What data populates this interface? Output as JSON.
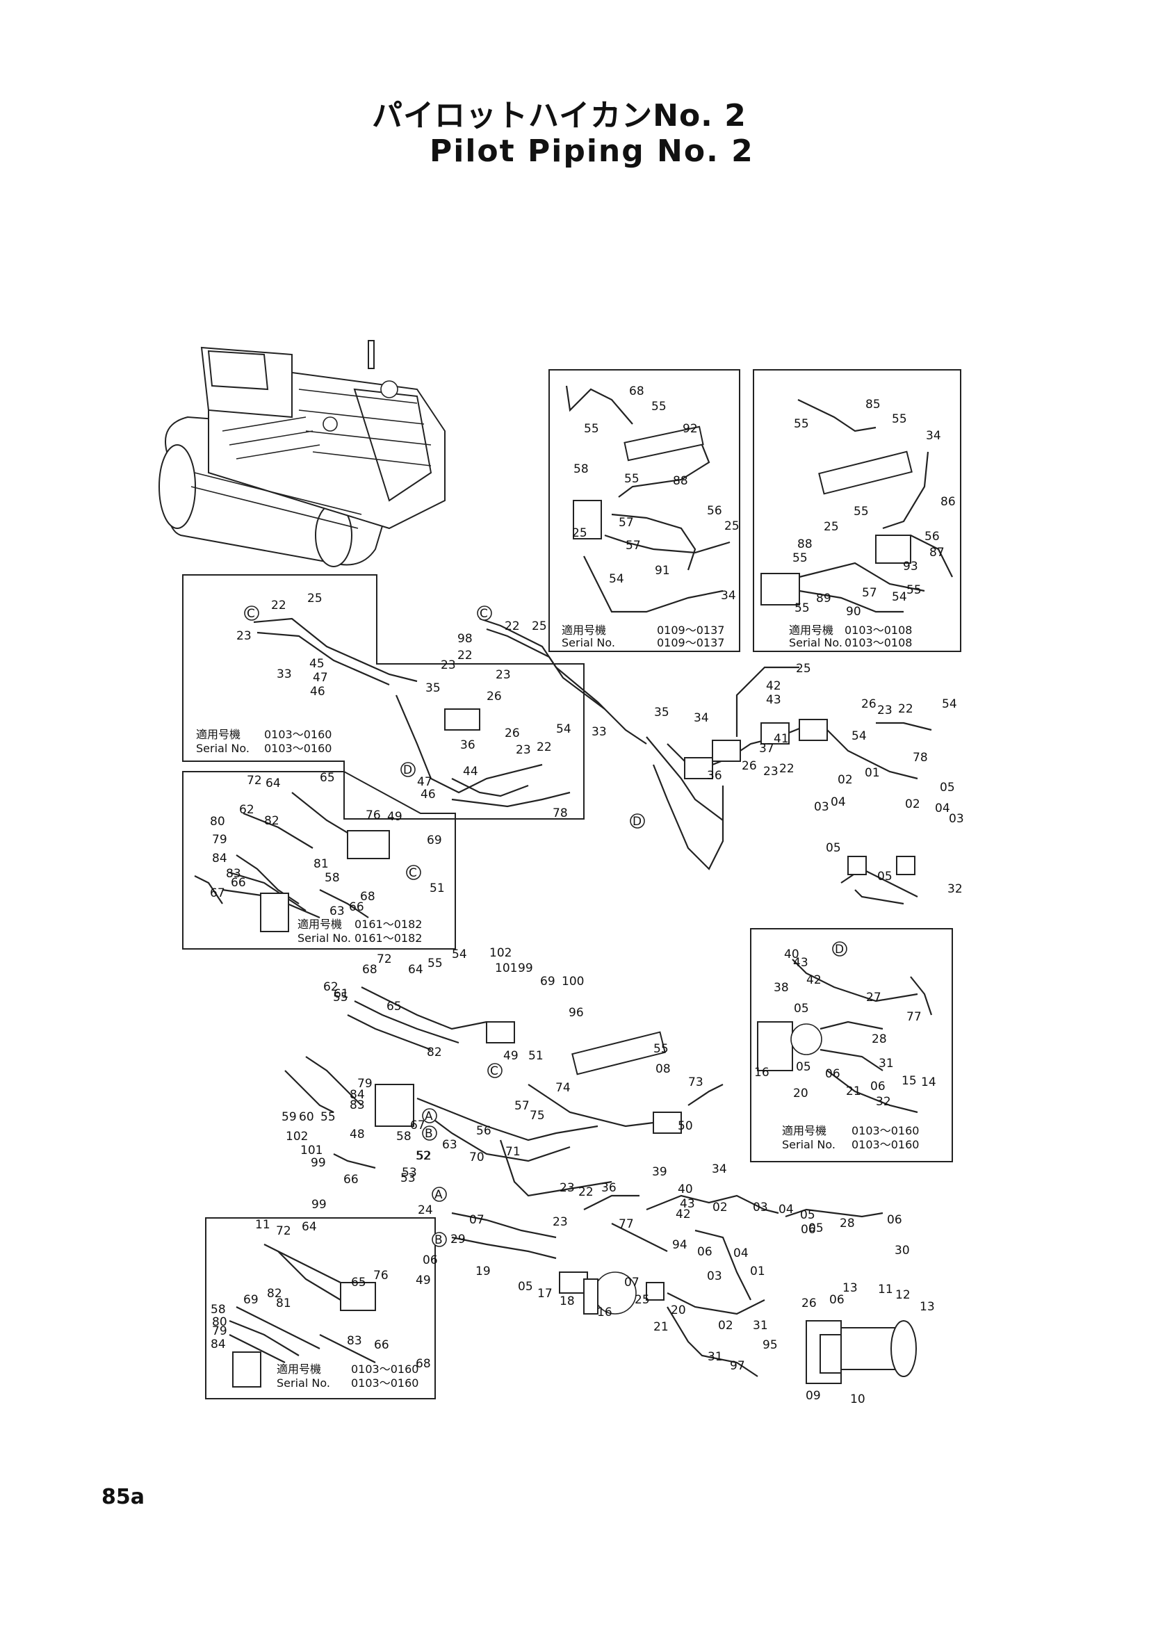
{
  "title_jp": "パイロットハイカンNo. 2",
  "title_en": "Pilot Piping No. 2",
  "page_number": "85a",
  "serial_boxes": [
    {
      "id": "upper-center",
      "jp": "適用号機",
      "jp_range": "0109～0137",
      "en": "Serial No.",
      "en_range": "0109～0137"
    },
    {
      "id": "upper-right",
      "jp": "適用号機",
      "jp_range": "0103～0108",
      "en": "Serial No.",
      "en_range": "0103～0108"
    },
    {
      "id": "left-top",
      "jp": "適用号機",
      "jp_range": "0103～0160",
      "en": "Serial No.",
      "en_range": "0103～0160"
    },
    {
      "id": "left-middle",
      "jp": "適用号機",
      "jp_range": "0161～0182",
      "en": "Serial No.",
      "en_range": "0161～0182"
    },
    {
      "id": "right-middle",
      "jp": "適用号機",
      "jp_range": "0103～0160",
      "en": "Serial No.",
      "en_range": "0103～0160"
    },
    {
      "id": "left-bottom",
      "jp": "適用号機",
      "jp_range": "0103～0160",
      "en": "Serial No.",
      "en_range": "0103～0160"
    }
  ],
  "connection_markers": [
    "C",
    "C",
    "D",
    "D",
    "D",
    "C",
    "C",
    "A",
    "B",
    "A",
    "B"
  ],
  "part_labels": [
    "68",
    "55",
    "55",
    "92",
    "58",
    "55",
    "88",
    "56",
    "57",
    "57",
    "25",
    "25",
    "54",
    "91",
    "34",
    "85",
    "55",
    "55",
    "34",
    "86",
    "55",
    "25",
    "56",
    "93",
    "88",
    "55",
    "87",
    "55",
    "89",
    "57",
    "54",
    "55",
    "90",
    "22",
    "25",
    "23",
    "33",
    "45",
    "47",
    "46",
    "35",
    "36",
    "26",
    "23",
    "22",
    "54",
    "47",
    "44",
    "46",
    "78",
    "98",
    "22",
    "25",
    "22",
    "23",
    "23",
    "26",
    "33",
    "35",
    "34",
    "37",
    "41",
    "36",
    "26",
    "23",
    "22",
    "25",
    "42",
    "43",
    "26",
    "23",
    "22",
    "54",
    "54",
    "78",
    "01",
    "02",
    "05",
    "04",
    "03",
    "02",
    "04",
    "03",
    "05",
    "05",
    "32",
    "72",
    "64",
    "65",
    "76",
    "49",
    "69",
    "62",
    "82",
    "81",
    "58",
    "80",
    "79",
    "84",
    "83",
    "66",
    "67",
    "63",
    "66",
    "68",
    "51",
    "54",
    "102",
    "55",
    "101",
    "99",
    "69",
    "100",
    "72",
    "68",
    "64",
    "62",
    "61",
    "55",
    "65",
    "96",
    "82",
    "55",
    "08",
    "73",
    "49",
    "51",
    "79",
    "84",
    "83",
    "74",
    "57",
    "75",
    "59",
    "60",
    "55",
    "48",
    "58",
    "56",
    "67",
    "63",
    "70",
    "71",
    "50",
    "34",
    "102",
    "101",
    "99",
    "66",
    "99",
    "53",
    "52",
    "53",
    "52",
    "40",
    "43",
    "42",
    "38",
    "27",
    "05",
    "77",
    "28",
    "31",
    "16",
    "06",
    "05",
    "20",
    "21",
    "32",
    "06",
    "15",
    "14",
    "23",
    "22",
    "36",
    "39",
    "40",
    "43",
    "42",
    "02",
    "03",
    "04",
    "05",
    "28",
    "05",
    "06",
    "30",
    "06",
    "24",
    "07",
    "23",
    "77",
    "06",
    "29",
    "19",
    "05",
    "17",
    "18",
    "16",
    "07",
    "25",
    "20",
    "21",
    "94",
    "06",
    "03",
    "04",
    "01",
    "02",
    "31",
    "31",
    "95",
    "97",
    "26",
    "06",
    "13",
    "11",
    "12",
    "13",
    "09",
    "10",
    "11",
    "72",
    "64",
    "65",
    "76",
    "49",
    "69",
    "82",
    "81",
    "58",
    "80",
    "79",
    "84",
    "83",
    "66",
    "68",
    "51"
  ]
}
